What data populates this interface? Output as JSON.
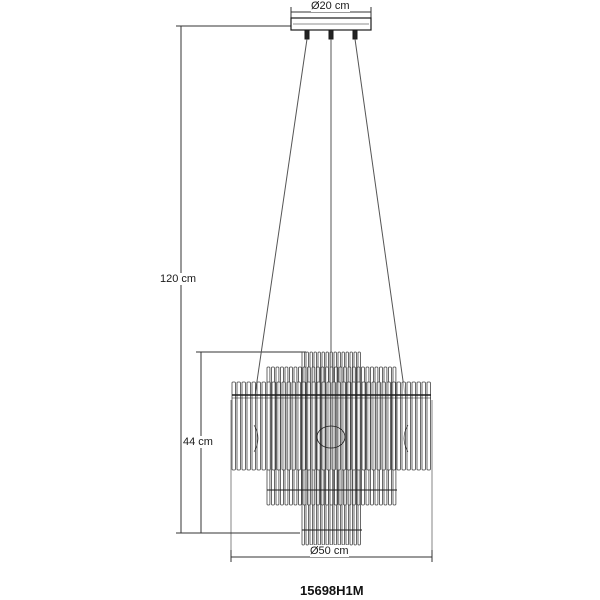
{
  "dimensions": {
    "canopy_diameter": "Ø20 cm",
    "total_height": "120 cm",
    "shade_height": "44 cm",
    "shade_diameter": "Ø50 cm"
  },
  "model_number": "15698H1M",
  "colors": {
    "line": "#1a1a1a",
    "dimension_line": "#333333",
    "rod": "#444444"
  }
}
